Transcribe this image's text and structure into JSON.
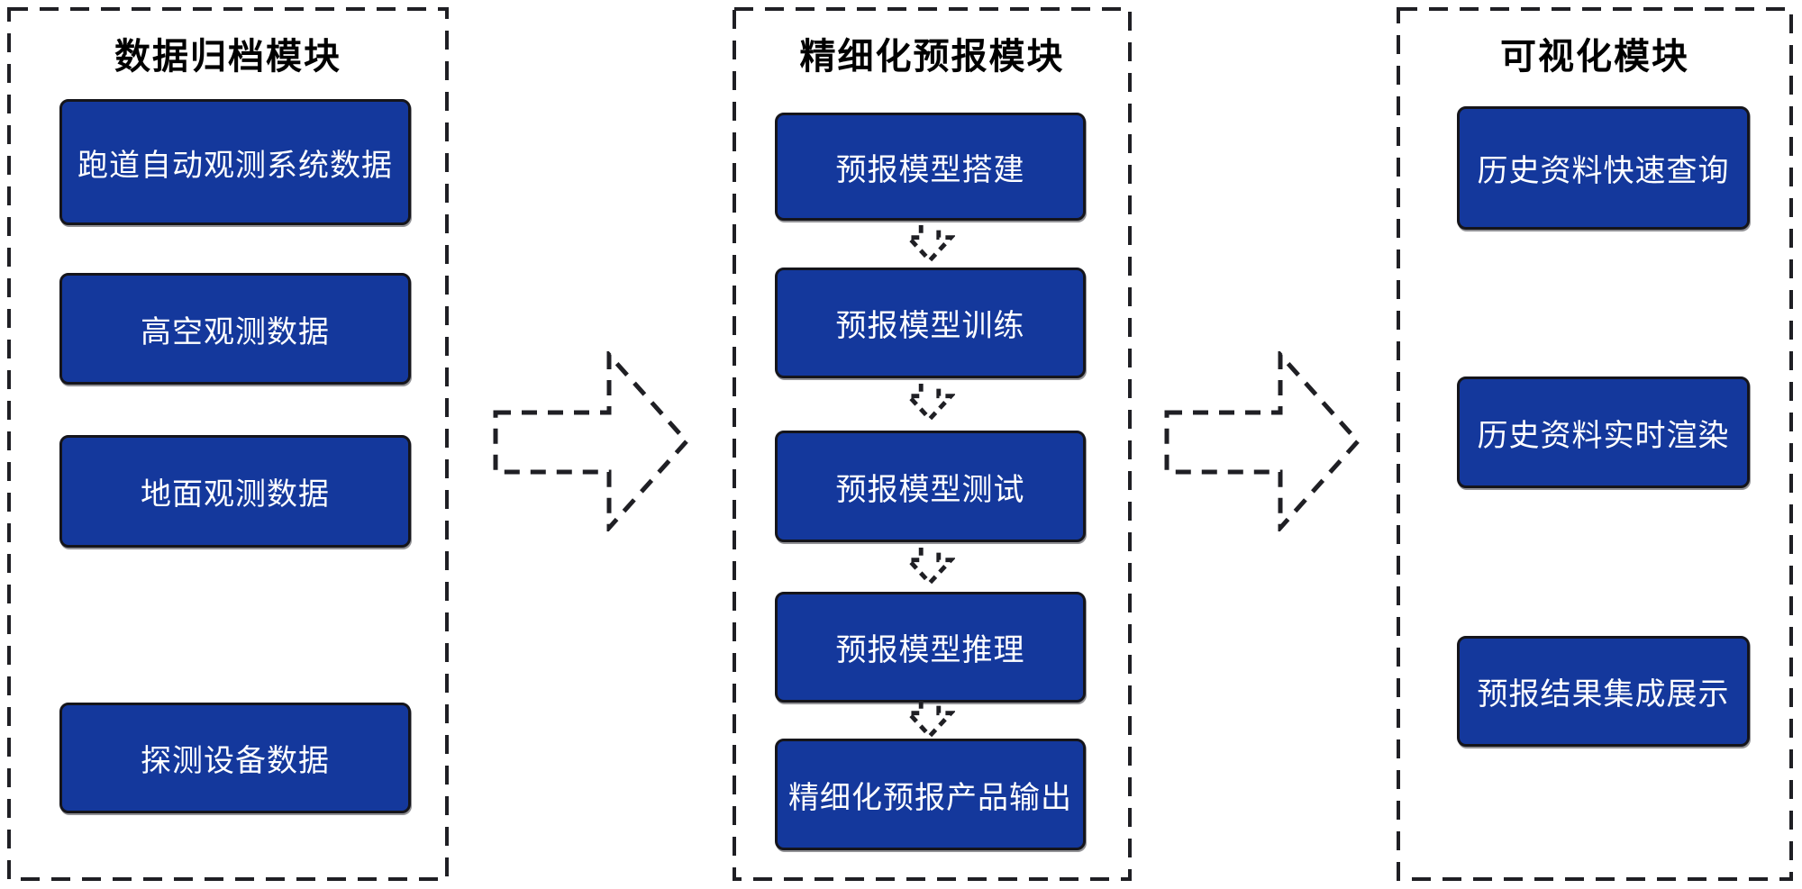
{
  "diagram": {
    "modules": [
      {
        "title": "数据归档模块",
        "boxes": [
          "跑道自动观测系统数据",
          "高空观测数据",
          "地面观测数据",
          "探测设备数据"
        ]
      },
      {
        "title": "精细化预报模块",
        "boxes": [
          "预报模型搭建",
          "预报模型训练",
          "预报模型测试",
          "预报模型推理",
          "精细化预报产品输出"
        ]
      },
      {
        "title": "可视化模块",
        "boxes": [
          "历史资料快速查询",
          "历史资料实时渲染",
          "预报结果集成展示"
        ]
      }
    ],
    "colors": {
      "box_fill": "#14389C",
      "box_border": "#15151B",
      "dashed_outline": "#1F1F24",
      "box_text": "#FFFFFF",
      "title_text": "#000000",
      "background": "#FFFFFF"
    },
    "icons": {
      "module_flow": "dashed-right-block-arrow-icon",
      "step_flow": "dashed-down-block-arrow-icon"
    }
  }
}
